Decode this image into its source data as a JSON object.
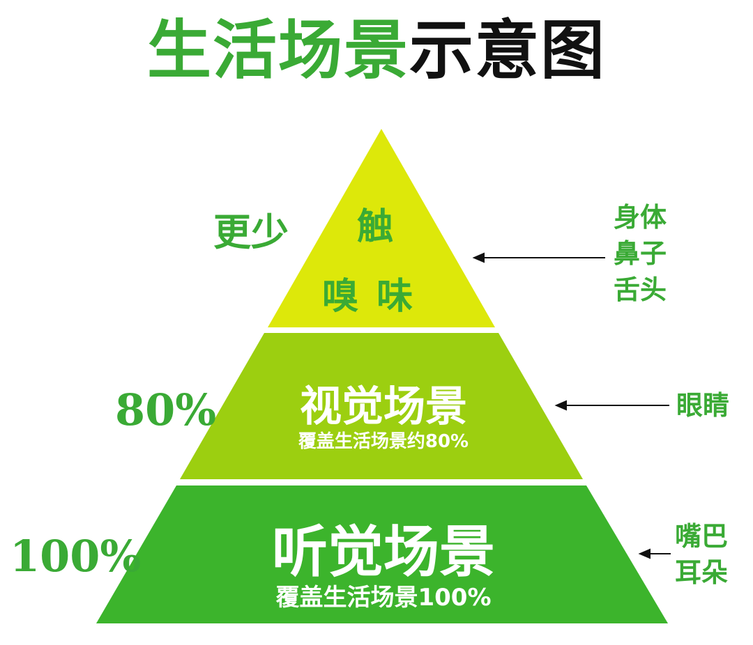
{
  "title": {
    "green": "生活场景",
    "black": "示意图"
  },
  "colors": {
    "top": "#dde80a",
    "middle": "#9ccf10",
    "bottom": "#3cb42c",
    "text_green": "#3aaa35"
  },
  "tiers": {
    "top": {
      "line1": "触",
      "line2": "嗅 味",
      "side_label": "更少",
      "organs": [
        "身体",
        "鼻子",
        "舌头"
      ]
    },
    "middle": {
      "title": "视觉场景",
      "subtitle": "覆盖生活场景约80%",
      "side_label": "80%",
      "organs": [
        "眼睛"
      ]
    },
    "bottom": {
      "title": "听觉场景",
      "subtitle": "覆盖生活场景100%",
      "side_label": "100%",
      "organs": [
        "嘴巴",
        "耳朵"
      ]
    }
  }
}
